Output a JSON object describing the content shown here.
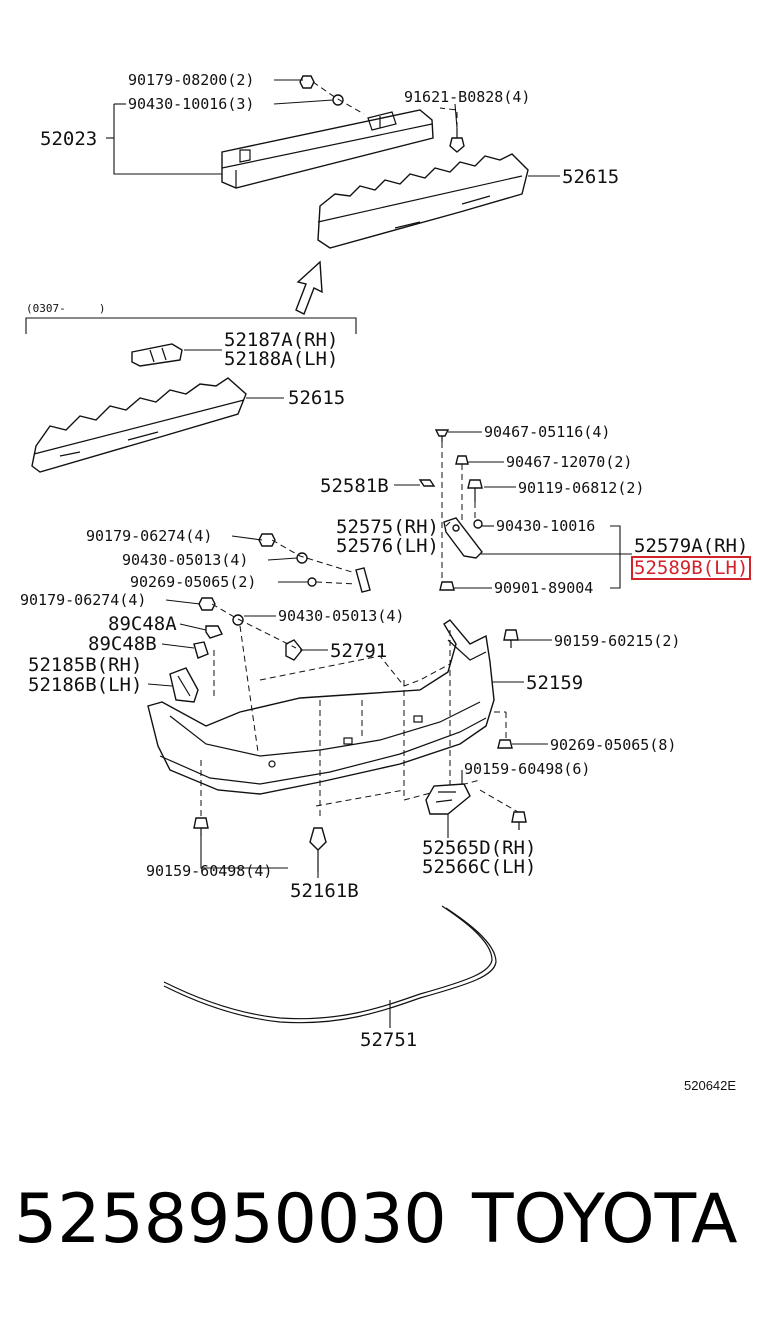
{
  "labels": {
    "p90179_08200": "90179-08200(2)",
    "p90430_10016_3": "90430-10016(3)",
    "p52023": "52023",
    "p91621_b0828": "91621-B0828(4)",
    "p52615_top": "52615",
    "p0307": "(0307-     )",
    "p52187a": "52187A(RH)",
    "p52188a": "52188A(LH)",
    "p52615_mid": "52615",
    "p90467_05116": "90467-05116(4)",
    "p90467_12070": "90467-12070(2)",
    "p52581b": "52581B",
    "p90119_06812": "90119-06812(2)",
    "p52575": "52575(RH)",
    "p52576": "52576(LH)",
    "p90430_10016": "90430-10016",
    "p52579a": "52579A(RH)",
    "p52589b": "52589B(LH)",
    "p90179_06274_a": "90179-06274(4)",
    "p90430_05013_a": "90430-05013(4)",
    "p90269_05065_2": "90269-05065(2)",
    "p90179_06274_b": "90179-06274(4)",
    "p90430_05013_b": "90430-05013(4)",
    "p90901_89004": "90901-89004",
    "p89c48a": "89C48A",
    "p89c48b": "89C48B",
    "p52791": "52791",
    "p90159_60215": "90159-60215(2)",
    "p52185b": "52185B(RH)",
    "p52186b": "52186B(LH)",
    "p52159": "52159",
    "p90269_05065_8": "90269-05065(8)",
    "p90159_60498_6": "90159-60498(6)",
    "p52565d": "52565D(RH)",
    "p52566c": "52566C(LH)",
    "p90159_60498_4": "90159-60498(4)",
    "p52161b": "52161B",
    "p52751": "52751",
    "diagram_code": "520642E"
  },
  "highlight_part": "52589B(LH)",
  "highlight_color": "#d2232a",
  "footer": {
    "part_number": "5258950030",
    "brand": "TOYOTA"
  }
}
